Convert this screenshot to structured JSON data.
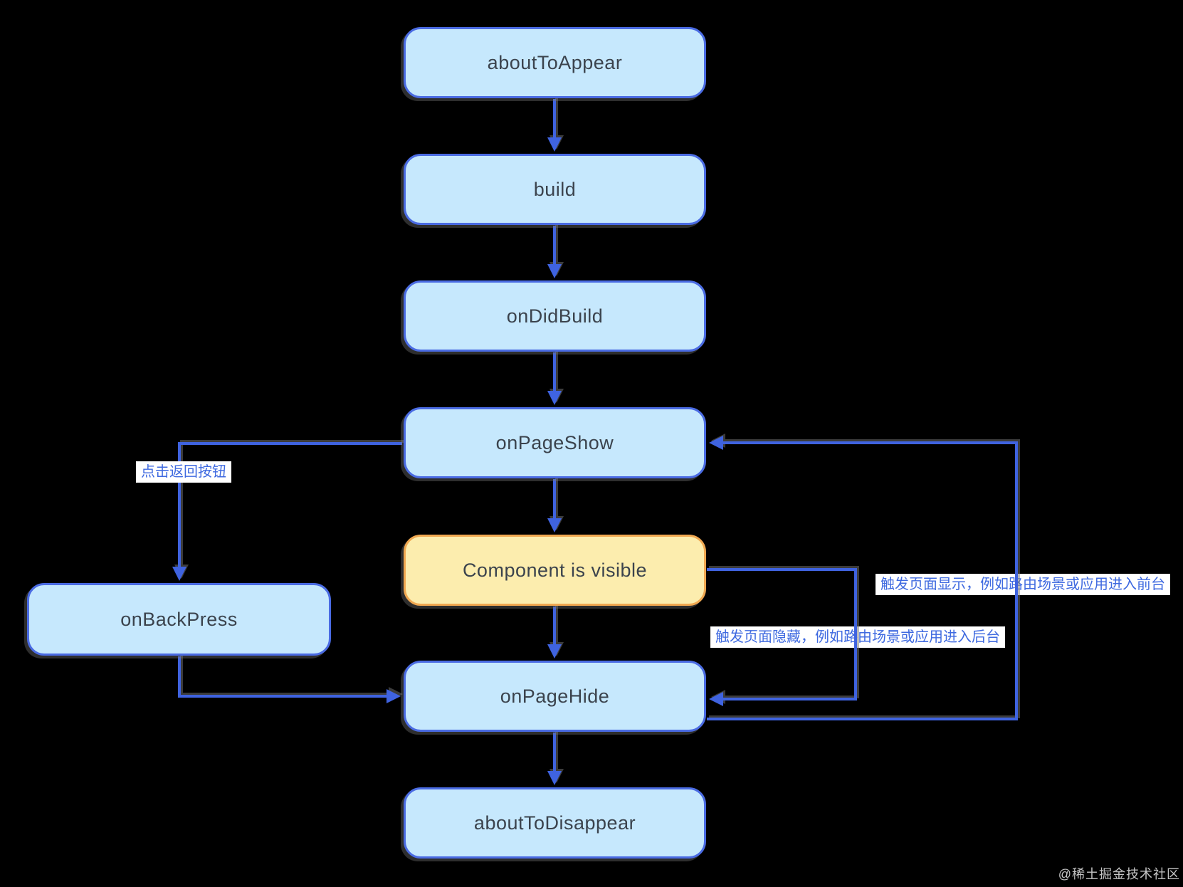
{
  "diagram": {
    "description": "Page/component lifecycle flowchart",
    "nodes": [
      {
        "id": "aboutToAppear",
        "label": "aboutToAppear",
        "style": "lifecycle"
      },
      {
        "id": "build",
        "label": "build",
        "style": "lifecycle"
      },
      {
        "id": "onDidBuild",
        "label": "onDidBuild",
        "style": "lifecycle"
      },
      {
        "id": "onPageShow",
        "label": "onPageShow",
        "style": "lifecycle"
      },
      {
        "id": "component_visible",
        "label": "Component is visible",
        "style": "highlight"
      },
      {
        "id": "onPageHide",
        "label": "onPageHide",
        "style": "lifecycle"
      },
      {
        "id": "aboutToDisappear",
        "label": "aboutToDisappear",
        "style": "lifecycle"
      },
      {
        "id": "onBackPress",
        "label": "onBackPress",
        "style": "lifecycle"
      }
    ],
    "edges": [
      {
        "from": "aboutToAppear",
        "to": "build"
      },
      {
        "from": "build",
        "to": "onDidBuild"
      },
      {
        "from": "onDidBuild",
        "to": "onPageShow"
      },
      {
        "from": "onPageShow",
        "to": "component_visible"
      },
      {
        "from": "component_visible",
        "to": "onPageHide"
      },
      {
        "from": "onPageHide",
        "to": "aboutToDisappear"
      },
      {
        "from": "onPageShow",
        "to": "onBackPress",
        "label": "点击返回按钮"
      },
      {
        "from": "onBackPress",
        "to": "onPageHide"
      },
      {
        "from": "component_visible",
        "to": "onPageHide",
        "label": "触发页面隐藏，例如路由场景或应用进入后台"
      },
      {
        "from": "onPageHide",
        "to": "onPageShow",
        "label": "触发页面显示，例如路由场景或应用进入前台"
      }
    ],
    "edge_labels": {
      "back_press": {
        "text": "点击返回按钮"
      },
      "page_hide": {
        "text": "触发页面隐藏，例如路由场景或应用进入后台"
      },
      "page_show": {
        "text": "触发页面显示，例如路由场景或应用进入前台"
      }
    },
    "watermark": "@稀土掘金技术社区",
    "colors": {
      "background": "#000000",
      "node_fill": "#c6e8fd",
      "node_border": "#4a6be3",
      "node_text": "#3b434d",
      "highlight_fill": "#fcedae",
      "highlight_border": "#f0a851",
      "edge": "#3f63e0",
      "label_text": "#3f6ae0",
      "label_bg": "#ffffff",
      "watermark": "#e0e0e0"
    }
  }
}
